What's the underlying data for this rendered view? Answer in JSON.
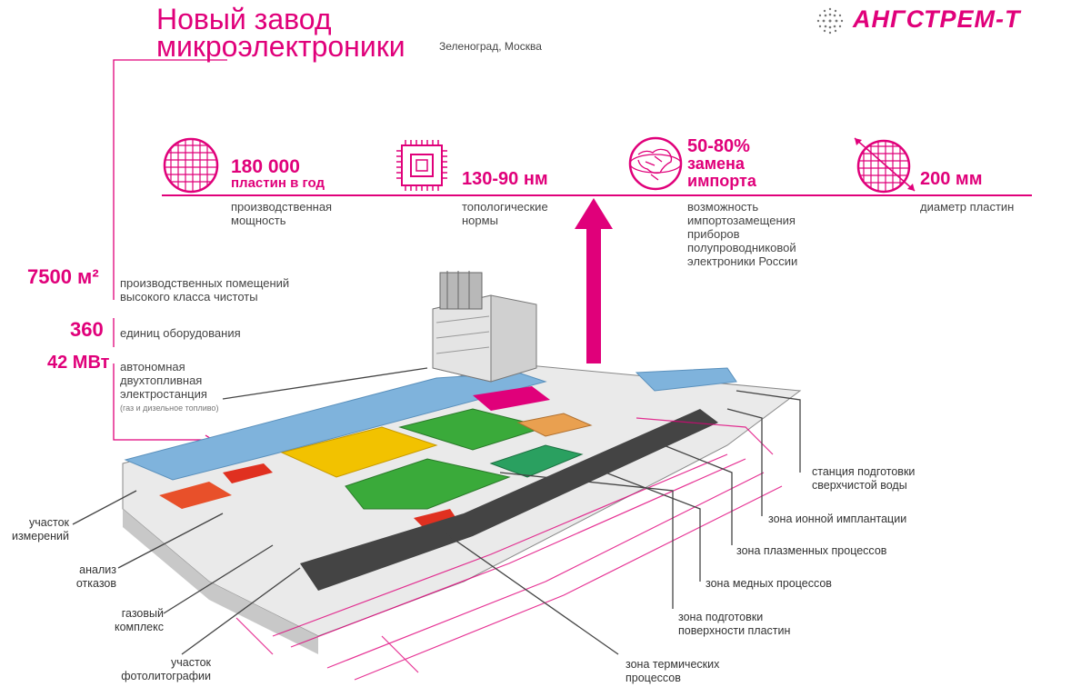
{
  "header": {
    "title_line1": "Новый завод",
    "title_line2": "микроэлектроники",
    "location": "Зеленоград, Москва",
    "logo": "АНГСТРЕМ-Т",
    "logo_icon": "globe-dots-icon"
  },
  "stats": [
    {
      "id": "capacity",
      "value": "180 000",
      "value_sub": "пластин в год",
      "caption": [
        "производственная",
        "мощность"
      ],
      "icon": "wafer-icon"
    },
    {
      "id": "topology",
      "value": "130-90 нм",
      "caption": [
        "топологические",
        "нормы"
      ],
      "icon": "chip-icon"
    },
    {
      "id": "import",
      "value": "50-80%",
      "value_sub": "замена",
      "value_sub2": "импорта",
      "caption": [
        "возможность",
        "импортозамещения",
        "приборов",
        "полупроводниковой",
        "электроники России"
      ],
      "icon": "globe-icon"
    },
    {
      "id": "diameter",
      "value": "200 мм",
      "caption": [
        "диаметр пластин"
      ],
      "icon": "wafer-diameter-icon"
    }
  ],
  "left_stats": [
    {
      "value": "7500 м²",
      "caption": [
        "производственных помещений",
        "высокого класса чистоты"
      ]
    },
    {
      "value": "360",
      "caption": [
        "единиц оборудования"
      ]
    },
    {
      "value": "42 МВт",
      "caption": [
        "автономная",
        "двухтопливная",
        "электростанция"
      ],
      "note": "(газ и дизельное топливо)"
    }
  ],
  "zones_left": [
    {
      "lines": [
        "участок",
        "измерений"
      ]
    },
    {
      "lines": [
        "анализ",
        "отказов"
      ]
    },
    {
      "lines": [
        "газовый",
        "комплекс"
      ]
    },
    {
      "lines": [
        "участок",
        "фотолитографии"
      ]
    }
  ],
  "zones_right": [
    {
      "lines": [
        "станция подготовки",
        "сверхчистой воды"
      ]
    },
    {
      "lines": [
        "зона ионной имплантации"
      ]
    },
    {
      "lines": [
        "зона плазменных процессов"
      ]
    },
    {
      "lines": [
        "зона медных процессов"
      ]
    },
    {
      "lines": [
        "зона подготовки",
        "поверхности пластин"
      ]
    },
    {
      "lines": [
        "зона термических",
        "процессов"
      ]
    }
  ],
  "colors": {
    "accent": "#e0007a",
    "blue": "#6ea8d8",
    "green": "#3aaa3a",
    "yellow": "#f2c200",
    "red": "#e03020",
    "grey": "#9a9a9a"
  }
}
